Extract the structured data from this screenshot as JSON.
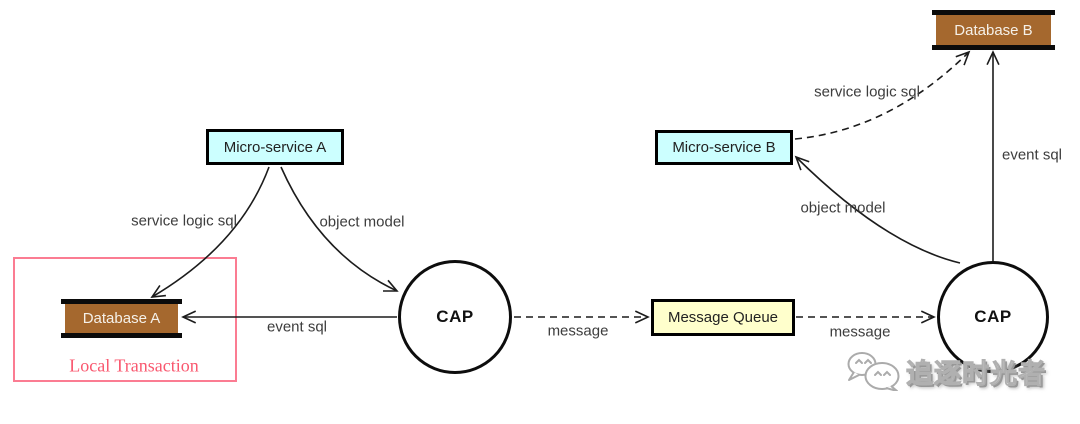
{
  "nodes": {
    "micro_service_a": {
      "label": "Micro-service A"
    },
    "database_a": {
      "label": "Database A"
    },
    "local_transaction виска": null,
    "local_transaction": {
      "label": "Local Transaction"
    },
    "cap_left": {
      "label": "CAP"
    },
    "message_queue": {
      "label": "Message Queue"
    },
    "cap_right": {
      "label": "CAP"
    },
    "micro_service_b": {
      "label": "Micro-service B"
    },
    "database_b": {
      "label": "Database B"
    }
  },
  "edges": {
    "left": {
      "service_logic_sql": "service logic sql",
      "object_model": "object model",
      "event_sql": "event sql",
      "message": "message"
    },
    "right": {
      "service_logic_sql": "service logic sql",
      "object_model": "object model",
      "event_sql": "event sql",
      "message": "message"
    }
  },
  "watermark": {
    "text": "追逐时光者",
    "icon": "wechat-chat-bubbles-icon"
  },
  "colors": {
    "service_box_fill": "#ccffff",
    "queue_box_fill": "#ffffcc",
    "database_fill": "#a5682e",
    "local_transaction_accent": "#fb7c92",
    "line": "#1c1c1c",
    "edge_label_text": "#3d3d3d"
  }
}
